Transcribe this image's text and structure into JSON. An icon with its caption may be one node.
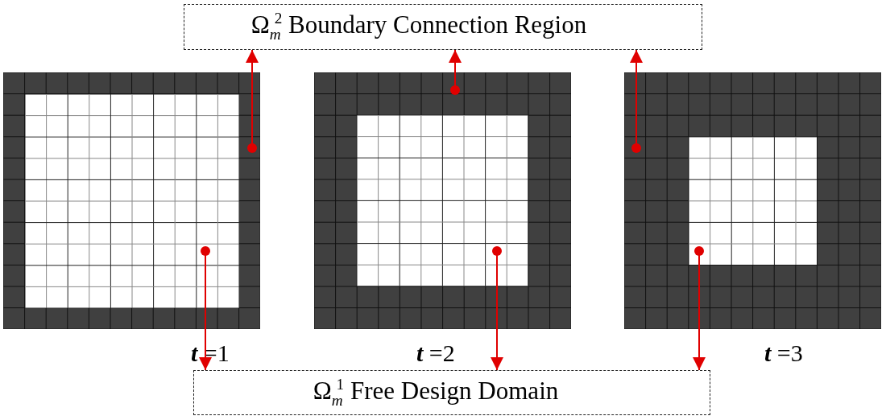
{
  "diagram": {
    "nodes": [
      {
        "text": [
          "Ω$_{m}$$^{2}$ Boundary Connection Region"
        ]
      },
      {
        "text": [
          "Ω$_{m}$$^{1}$ Free Design Domain"
        ]
      },
      {
        "text": [],
        "shape": "box",
        "beside": [
          "**t** =1"
        ]
      },
      {
        "text": [],
        "shape": "box",
        "in": 2
      },
      {
        "text": [],
        "shape": "box",
        "beside": [
          "**t** =2"
        ]
      },
      {
        "text": [],
        "shape": "box",
        "in": 4
      },
      {
        "text": [],
        "shape": "box",
        "beside": [
          "**t** =3"
        ]
      },
      {
        "text": [],
        "shape": "box",
        "in": 6
      }
    ],
    "edges": [
      {
        "from": 2,
        "to": 0,
        "arrow": "to"
      },
      {
        "from": 4,
        "to": 0,
        "arrow": "to"
      },
      {
        "from": 6,
        "to": 0,
        "arrow": "to"
      },
      {
        "from": 3,
        "to": 1,
        "arrow": "to"
      },
      {
        "from": 5,
        "to": 1,
        "arrow": "to"
      },
      {
        "from": 7,
        "to": 1,
        "arrow": "to"
      }
    ]
  }
}
